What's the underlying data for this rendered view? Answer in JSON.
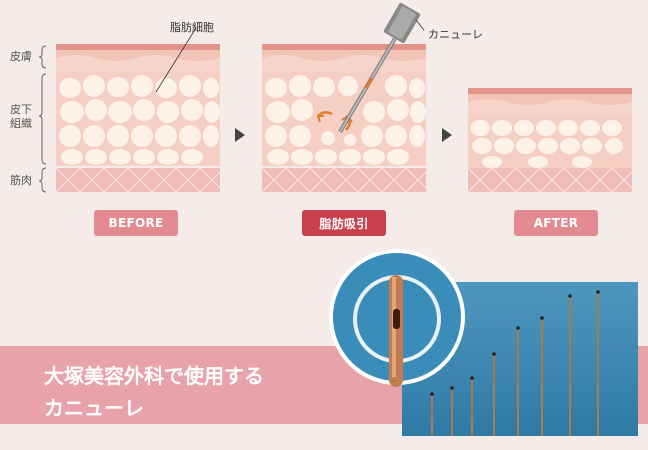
{
  "labels": {
    "skin": "皮膚",
    "subcutaneous_line1": "皮下",
    "subcutaneous_line2": "組織",
    "muscle": "筋肉",
    "fat_cell": "脂肪細胞",
    "cannula": "カニューレ"
  },
  "stages": {
    "before": "BEFORE",
    "lipo": "脂肪吸引",
    "after": "AFTER"
  },
  "banner": {
    "line1": "大塚美容外科で使用する",
    "line2": "カニューレ"
  },
  "colors": {
    "background": "#f5ece9",
    "skin_top": "#e8a8a0",
    "fat_bg": "#f6cfc4",
    "fat_cell": "#fdf1e6",
    "muscle": "#f0bcb8",
    "badge": "#e28a90",
    "badge_active": "#c8404d",
    "banner": "#e8a3aa",
    "photo_bg": "#3d8ab4"
  }
}
